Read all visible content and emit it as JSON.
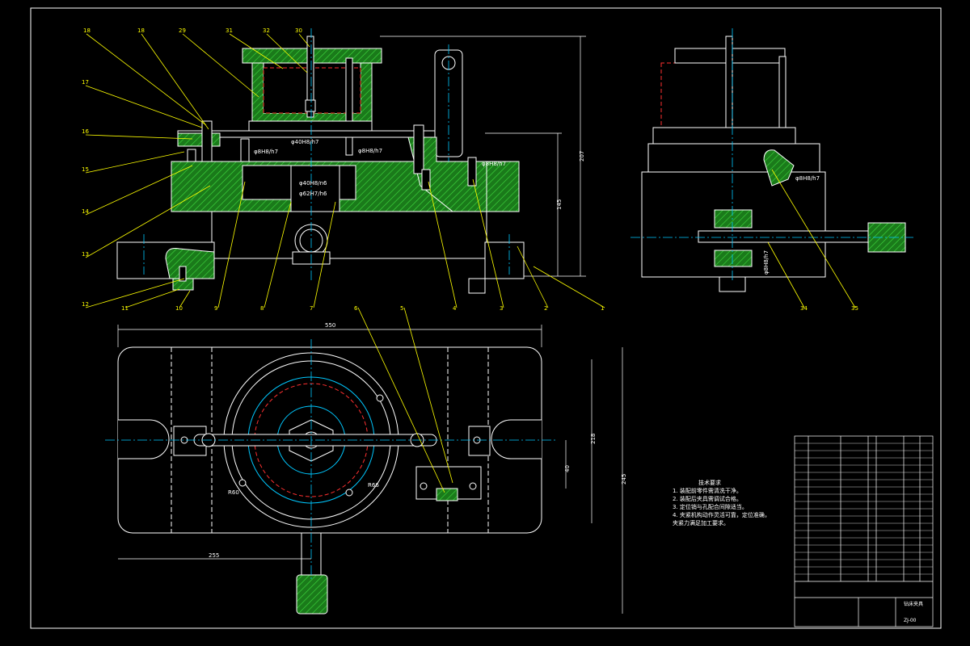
{
  "colors": {
    "background": "#000000",
    "outline": "#ffffff",
    "hatch": "#2fbf2f",
    "hatch_fill": "#1a7a1a",
    "leader": "#ffff00",
    "centerline": "#00c8ff",
    "hidden": "#ff3030",
    "dimension": "#ffffff"
  },
  "front_view": {
    "callouts_top": [
      "18",
      "18",
      "29",
      "31",
      "32",
      "30"
    ],
    "callouts_left": [
      "17",
      "16",
      "15",
      "14",
      "13",
      "12"
    ],
    "callouts_bottom": [
      "11",
      "10",
      "9",
      "8",
      "7",
      "6",
      "5",
      "4",
      "3",
      "2",
      "1"
    ],
    "fits": [
      "φ40H8/h7",
      "φ8H8/h7",
      "φ8H8/h7",
      "φ40H8/n6",
      "φ62H7/h6",
      "φ8H8/h7"
    ],
    "dims": [
      "207",
      "145"
    ]
  },
  "side_view": {
    "callouts": [
      "34",
      "35"
    ],
    "fits": [
      "φ8H8/h7",
      "φ8H8/h7"
    ]
  },
  "top_view": {
    "callouts": [
      "8",
      "9"
    ],
    "dims": [
      "550",
      "218",
      "40",
      "245",
      "255",
      "R60",
      "R66"
    ]
  },
  "tech_requirements": {
    "title": "技术要求",
    "items": [
      "1. 装配前零件需清洗干净。",
      "2. 装配后夹具需调试合格。",
      "3. 定位销与孔配合间隙适当。",
      "4. 夹紧机构动作灵活可靠，定位准确，",
      "夹紧力满足加工要求。"
    ]
  },
  "title_block": {
    "drawing_name": "钻床夹具",
    "drawing_no": "ZJ-00"
  }
}
